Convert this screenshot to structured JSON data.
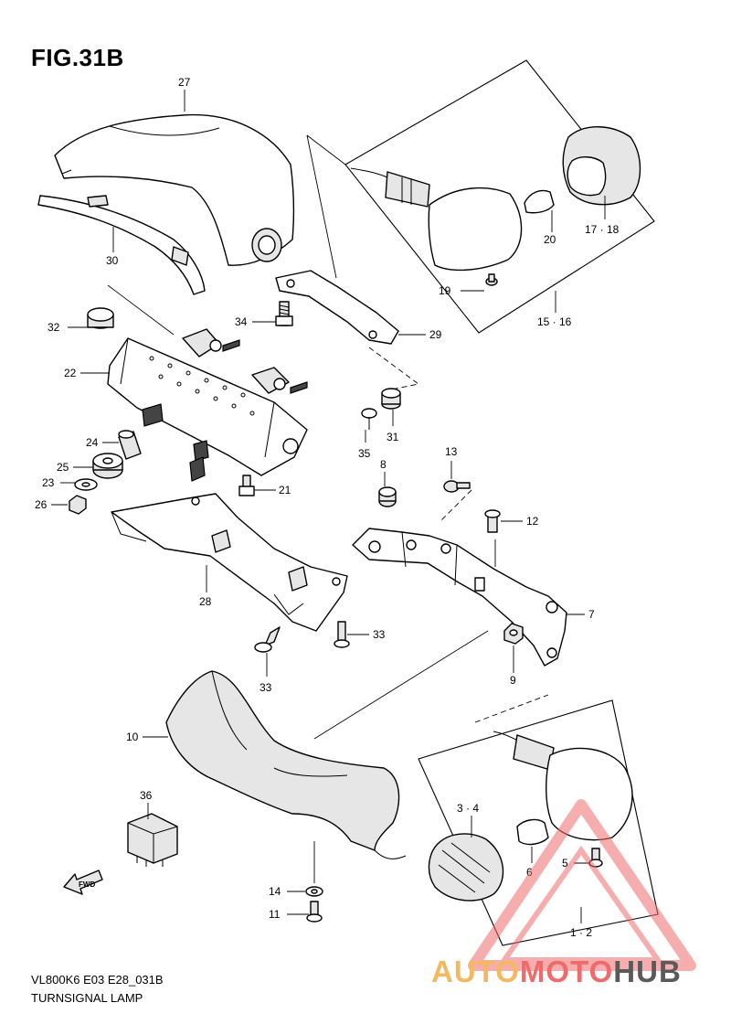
{
  "title": "FIG.31B",
  "footer": {
    "code": "VL800K6 E03 E28_031B",
    "caption": "TURNSIGNAL LAMP"
  },
  "fwd_label": "FWD",
  "watermark": {
    "part1": "AUTO",
    "part2": "MOTO",
    "part3": "HUB",
    "colors": {
      "auto": "#f4b860",
      "moto": "#ef6b6b",
      "hub": "#5a5a5a",
      "triangle": "#ef6b6b"
    }
  },
  "callouts": {
    "c27": "27",
    "c30": "30",
    "c32": "32",
    "c34": "34",
    "c22": "22",
    "c29": "29",
    "c24": "24",
    "c25": "25",
    "c23": "23",
    "c26": "26",
    "c21": "21",
    "c35": "35",
    "c31": "31",
    "c8": "8",
    "c13": "13",
    "c12": "12",
    "c7": "7",
    "c28": "28",
    "c33a": "33",
    "c33b": "33",
    "c9": "9",
    "c10": "10",
    "c36": "36",
    "c14": "14",
    "c11": "11",
    "c34b": "3 · 4",
    "c6": "6",
    "c5": "5",
    "c12b": "1 · 2",
    "c20": "20",
    "c1718": "17 · 18",
    "c19": "19",
    "c1516": "15 · 16"
  }
}
